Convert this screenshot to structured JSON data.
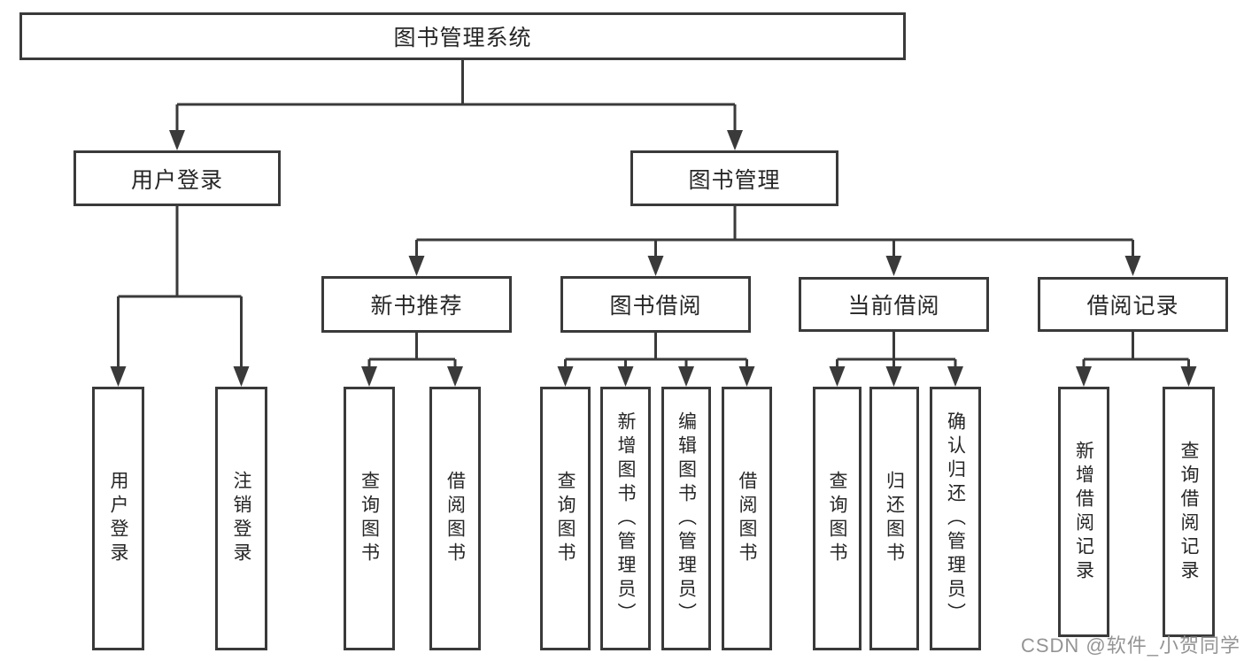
{
  "tree": {
    "root": {
      "label": "图书管理系统",
      "children": [
        {
          "label": "用户登录",
          "children": [
            {
              "label": "用户登录"
            },
            {
              "label": "注销登录"
            }
          ]
        },
        {
          "label": "图书管理",
          "children": [
            {
              "label": "新书推荐",
              "children": [
                {
                  "label": "查询图书"
                },
                {
                  "label": "借阅图书"
                }
              ]
            },
            {
              "label": "图书借阅",
              "children": [
                {
                  "label": "查询图书"
                },
                {
                  "label": "新增图书（管理员）"
                },
                {
                  "label": "编辑图书（管理员）"
                },
                {
                  "label": "借阅图书"
                }
              ]
            },
            {
              "label": "当前借阅",
              "children": [
                {
                  "label": "查询图书"
                },
                {
                  "label": "归还图书"
                },
                {
                  "label": "确认归还（管理员）"
                }
              ]
            },
            {
              "label": "借阅记录",
              "children": [
                {
                  "label": "新增借阅记录"
                },
                {
                  "label": "查询借阅记录"
                }
              ]
            }
          ]
        }
      ]
    }
  },
  "watermark": "CSDN @软件_小贺同学",
  "colors": {
    "line": "#3a3a3a",
    "text": "#262626",
    "box_background": "#ffffff",
    "watermark": "#949494"
  }
}
